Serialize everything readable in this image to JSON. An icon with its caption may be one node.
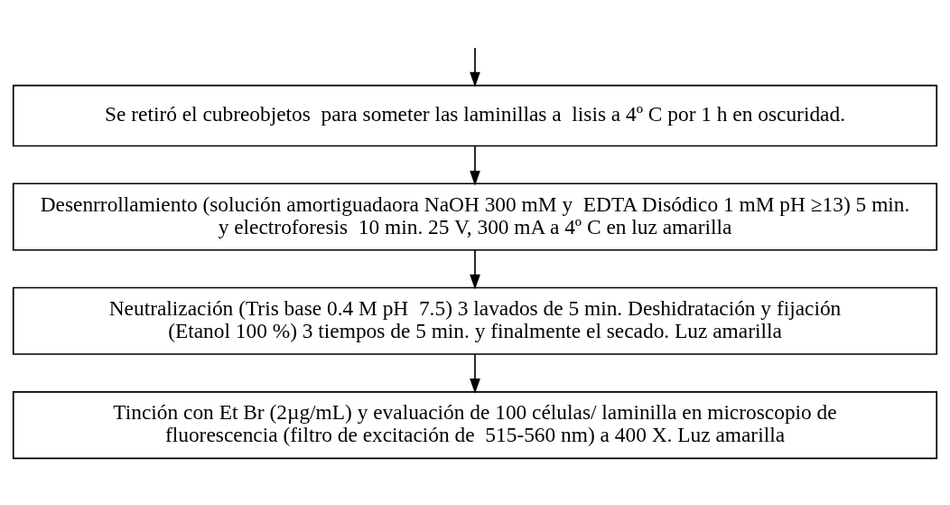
{
  "diagram": {
    "nodes": [
      {
        "text": [
          "Se retiró el cubreobjetos  para someter las laminillas a  lisis a 4º C por 1 h en oscuridad."
        ]
      },
      {
        "text": [
          "Desenrrollamiento (solución amortiguadaora NaOH 300 mM y  EDTA Disódico 1 mM pH ≥13) 5 min. y electroforesis  10 min. 25 V, 300 mA a 4º C en luz amarilla"
        ]
      },
      {
        "text": [
          "Neutralización (Tris base 0.4 M pH  7.5) 3 lavados de 5 min. Deshidratación y fijación (Etanol 100 %) 3 tiempos de 5 min. y finalmente el secado. Luz amarilla"
        ]
      },
      {
        "text": [
          "Tinción con Et Br (2µg/mL) y evaluación de 100 células/ laminilla en microscopio de fluorescencia (filtro de excitación de  515-560 nm) a 400 X. Luz amarilla"
        ]
      }
    ],
    "edges": [
      {
        "from": null,
        "to": 0,
        "arrow": "to"
      },
      {
        "from": 0,
        "to": 1,
        "arrow": "to"
      },
      {
        "from": 1,
        "to": 2,
        "arrow": "to"
      },
      {
        "from": 2,
        "to": 3,
        "arrow": "to"
      }
    ]
  }
}
